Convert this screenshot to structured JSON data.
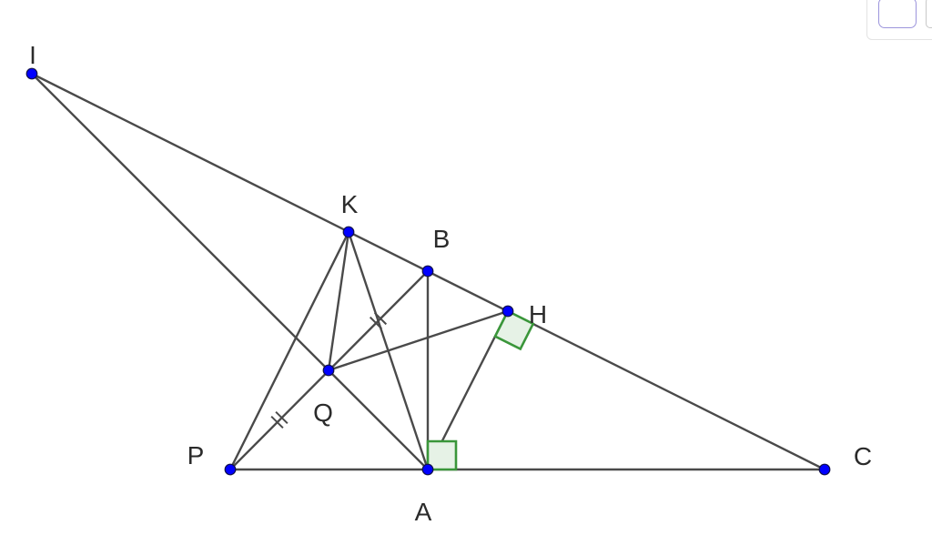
{
  "diagram": {
    "points": [
      {
        "id": "I",
        "label": "I"
      },
      {
        "id": "K",
        "label": "K"
      },
      {
        "id": "B",
        "label": "B"
      },
      {
        "id": "H",
        "label": "H"
      },
      {
        "id": "Q",
        "label": "Q"
      },
      {
        "id": "P",
        "label": "P"
      },
      {
        "id": "A",
        "label": "A"
      },
      {
        "id": "C",
        "label": "C"
      }
    ],
    "segments": [
      [
        "I",
        "C"
      ],
      [
        "I",
        "A"
      ],
      [
        "P",
        "C"
      ],
      [
        "P",
        "K"
      ],
      [
        "P",
        "B"
      ],
      [
        "K",
        "Q"
      ],
      [
        "K",
        "A"
      ],
      [
        "B",
        "A"
      ],
      [
        "Q",
        "H"
      ],
      [
        "H",
        "A"
      ]
    ],
    "right_angles": [
      {
        "vertex": "A",
        "between": [
          "B",
          "C"
        ]
      },
      {
        "vertex": "H",
        "between": [
          "A",
          "C"
        ]
      }
    ],
    "equal_marks": [
      [
        "P",
        "Q"
      ],
      [
        "Q",
        "B"
      ]
    ],
    "point_color": "#0000ff",
    "line_color": "#4a4a4a",
    "right_angle_color": "#3a963a"
  },
  "toolbar": {
    "button_icon": "blank-square-icon",
    "more_icon": "more-options-icon"
  }
}
